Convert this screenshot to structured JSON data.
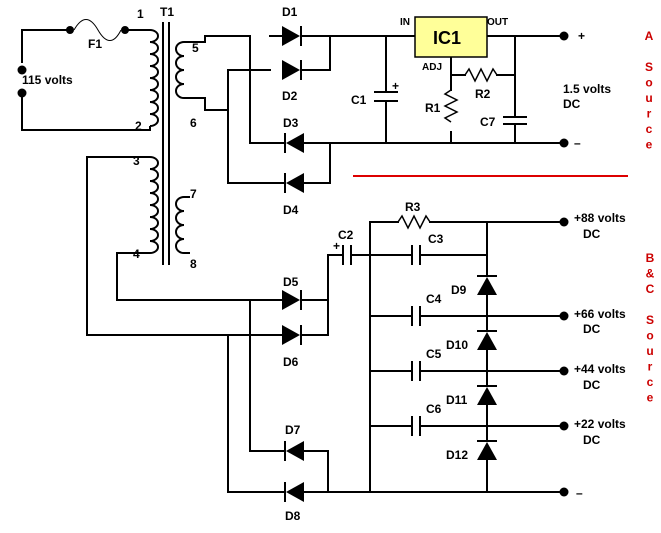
{
  "labels": {
    "t1": "T1",
    "f1": "F1",
    "mains": "115 volts",
    "pin1": "1",
    "pin2": "2",
    "pin3": "3",
    "pin4": "4",
    "pin5": "5",
    "pin6": "6",
    "pin7": "7",
    "pin8": "8",
    "d1": "D1",
    "d2": "D2",
    "d3": "D3",
    "d4": "D4",
    "d5": "D5",
    "d6": "D6",
    "d7": "D7",
    "d8": "D8",
    "d9": "D9",
    "d10": "D10",
    "d11": "D11",
    "d12": "D12",
    "c1": "C1",
    "c2": "C2",
    "c3": "C3",
    "c4": "C4",
    "c5": "C5",
    "c6": "C6",
    "c7": "C7",
    "r1": "R1",
    "r2": "R2",
    "r3": "R3",
    "ic1": "IC1",
    "in": "IN",
    "out": "OUT",
    "adj": "ADJ",
    "plus_a": "+",
    "minus_a": "–",
    "minus_bc": "–",
    "out_a": "1.5 volts",
    "out_a_unit": "DC",
    "out_88": "+88 volts",
    "out_66": "+66 volts",
    "out_44": "+44 volts",
    "out_22": "+22 volts",
    "dc": "DC",
    "cap_plus": "+"
  },
  "side_labels": {
    "a_source": [
      "A",
      "S",
      "o",
      "u",
      "r",
      "c",
      "e"
    ],
    "bc_source": [
      "B",
      "&",
      "C",
      "S",
      "o",
      "u",
      "r",
      "c",
      "e"
    ]
  },
  "colors": {
    "wire": "#000000",
    "ic_fill": "#ffff99",
    "separator": "#dd0000",
    "side_text": "#cc0000"
  }
}
